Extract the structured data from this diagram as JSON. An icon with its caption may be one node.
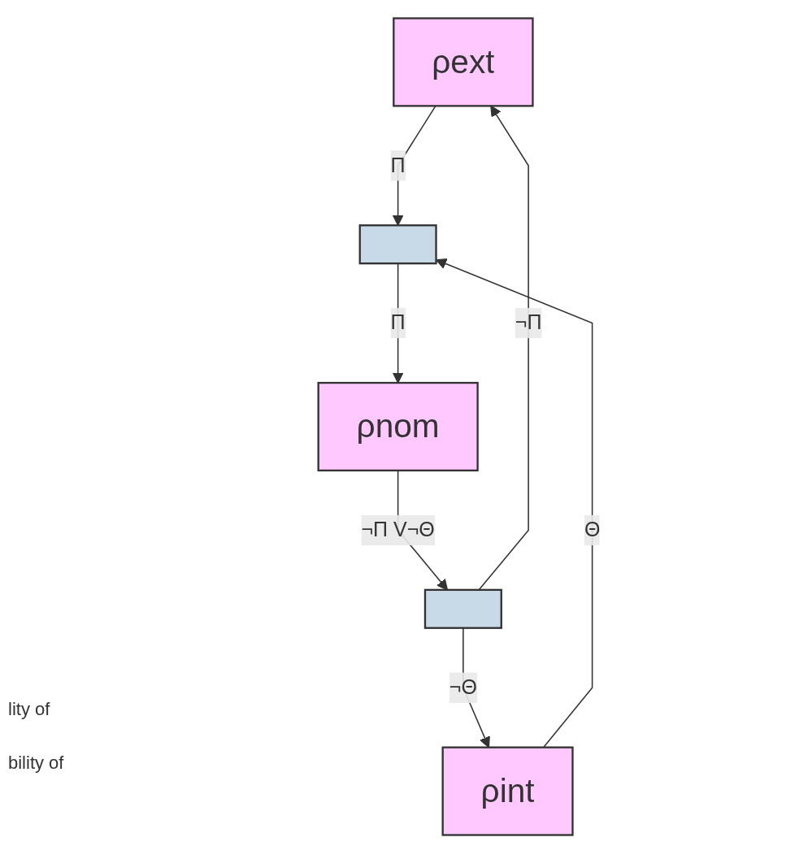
{
  "diagram": {
    "nodes": [
      {
        "text": [
          "ρext"
        ]
      },
      {
        "text": [],
        "shape": "box"
      },
      {
        "text": [
          "ρnom"
        ]
      },
      {
        "text": [],
        "shape": "box"
      },
      {
        "text": [
          "ρint"
        ]
      }
    ],
    "edges": [
      {
        "from": 0,
        "to": 1,
        "arrow": "to",
        "label": "Π"
      },
      {
        "from": 4,
        "to": 1,
        "arrow": "to",
        "label": "Θ"
      },
      {
        "from": 1,
        "to": 2,
        "arrow": "to",
        "label": "Π"
      },
      {
        "from": 2,
        "to": 3,
        "arrow": "to",
        "label": "¬Π V¬Θ"
      },
      {
        "from": 3,
        "to": 0,
        "arrow": "to",
        "label": "¬Π"
      },
      {
        "from": 3,
        "to": 4,
        "arrow": "to",
        "label": "¬Θ"
      }
    ],
    "labels": [
      "lity of",
      "bility of"
    ]
  }
}
